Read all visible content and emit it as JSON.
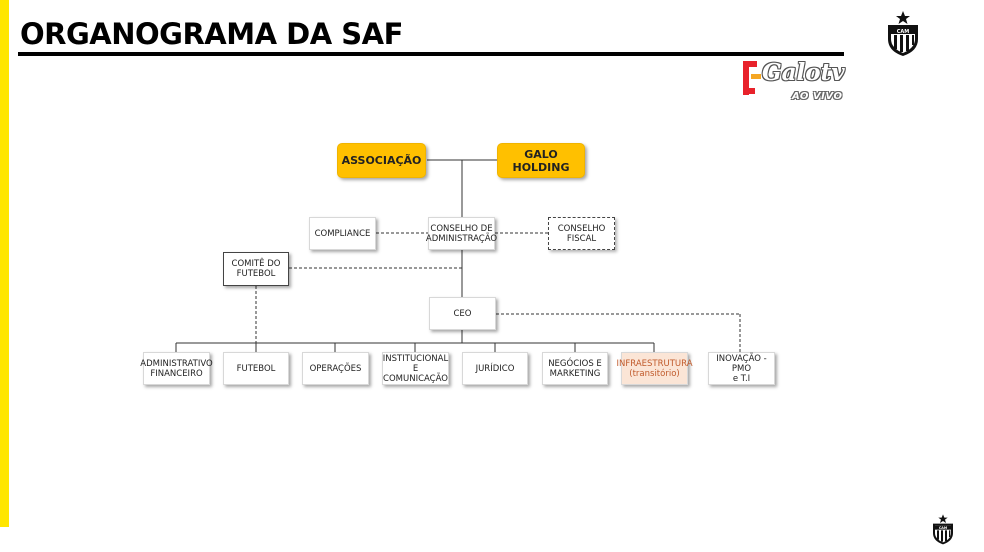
{
  "page": {
    "title": "ORGANOGRAMA DA SAF"
  },
  "colors": {
    "accent_bar": "#ffe600",
    "holding_box": "#ffc000",
    "transitional_box": "#fbe5d6",
    "transitional_text": "#c05a2b"
  },
  "watermark": {
    "brand": "Galotv",
    "subtitle": "AO VIVO"
  },
  "icons": {
    "crest_top": "club-crest-icon",
    "crest_bottom": "club-crest-icon",
    "watermark_logo": "galo-tv-logo-icon"
  },
  "org": {
    "top": {
      "associacao": "ASSOCIAÇÃO",
      "galo_holding": [
        "GALO",
        "HOLDING"
      ]
    },
    "board_row": {
      "compliance": "COMPLIANCE",
      "conselho_administracao": [
        "CONSELHO DE",
        "ADMINISTRAÇÃO"
      ],
      "conselho_fiscal": "CONSELHO FISCAL"
    },
    "comite": [
      "COMITÊ DO",
      "FUTEBOL"
    ],
    "ceo": "CEO",
    "departments": {
      "administrativo": [
        "ADMINISTRATIVO",
        "FINANCEIRO"
      ],
      "futebol": "FUTEBOL",
      "operacoes": "OPERAÇÕES",
      "institucional": [
        "INSTITUCIONAL E",
        "COMUNICAÇÃO"
      ],
      "juridico": "JURÍDICO",
      "negocios": [
        "NEGÓCIOS E",
        "MARKETING"
      ],
      "infraestrutura": [
        "INFRAESTRUTURA",
        "(transitório)"
      ],
      "inovacao": [
        "INOVAÇÃO - PMO",
        "e  T.I"
      ]
    }
  }
}
